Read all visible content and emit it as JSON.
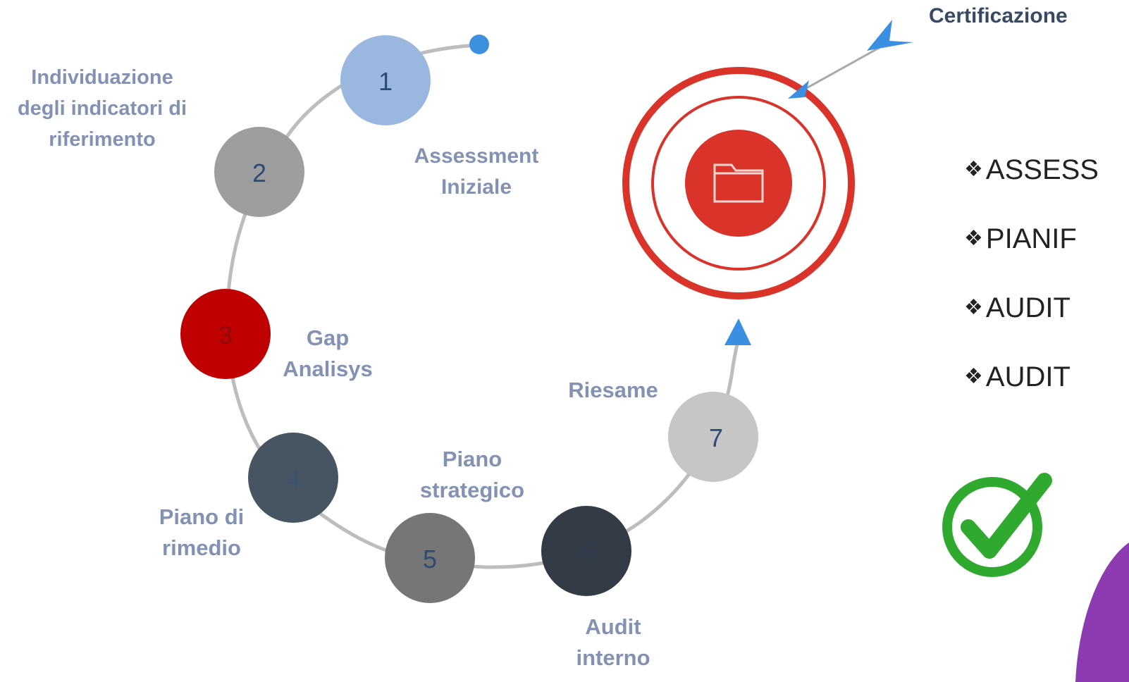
{
  "title": "Certificazione",
  "steps": [
    {
      "n": "1",
      "label": [
        "Assessment",
        "Iniziale"
      ],
      "color": "#9ab7e0",
      "text_color": "#2c4a78"
    },
    {
      "n": "2",
      "label": [
        "Individuazione",
        "degli indicatori di",
        "riferimento"
      ],
      "color": "#9e9e9e",
      "text_color": "#2c4a78"
    },
    {
      "n": "3",
      "label": [
        "Gap",
        "Analisys"
      ],
      "color": "#c00000",
      "text_color": "#8b0b0b"
    },
    {
      "n": "4",
      "label": [
        "Piano di",
        "rimedio"
      ],
      "color": "#475563",
      "text_color": "#3d5470"
    },
    {
      "n": "5",
      "label": [
        "Piano",
        "strategico"
      ],
      "color": "#767676",
      "text_color": "#2c4a78"
    },
    {
      "n": "6",
      "label": [
        "Audit",
        "interno"
      ],
      "color": "#323b46",
      "text_color": "#2f3c4c"
    },
    {
      "n": "7",
      "label": [
        "Riesame"
      ],
      "color": "#c6c6c6",
      "text_color": "#2c4a78"
    }
  ],
  "bullets": [
    "ASSESS",
    "PIANIF",
    "AUDIT",
    "AUDIT"
  ],
  "icons": {
    "target": "target-icon",
    "folder": "folder-icon",
    "arrow": "arrow-icon",
    "check": "checkmark-icon",
    "bullet": "diamond-bullet-icon"
  },
  "colors": {
    "target_red": "#d9332a",
    "arrow_blue": "#3a8fe3",
    "check_green": "#2faa2f",
    "label": "#8391b3"
  }
}
